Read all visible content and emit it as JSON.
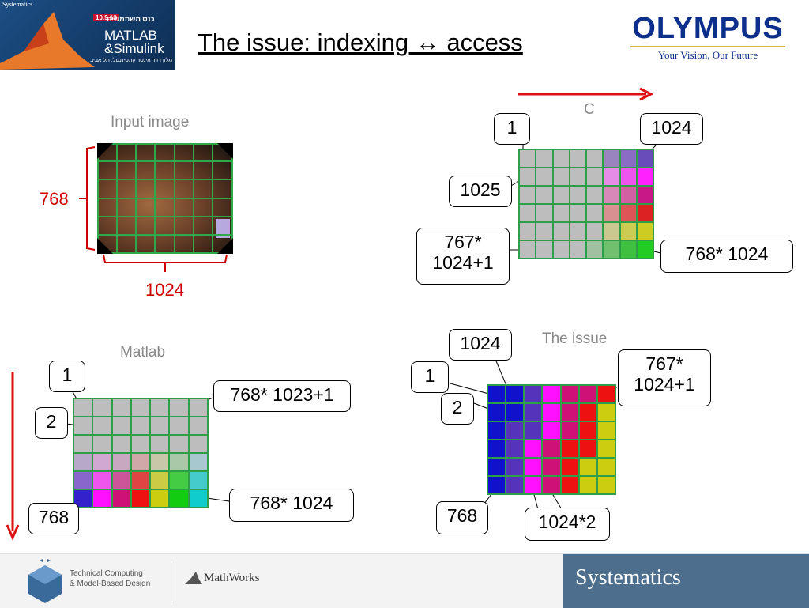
{
  "header": {
    "banner_brand": "Systematics",
    "banner_hebrew": "כנס משתמשים",
    "banner_date": "10.9.13",
    "banner_matlab": "MATLAB",
    "banner_simulink": "&Simulink",
    "banner_venue": "מלון דויד אינטר קונטיננטל, תל אביב",
    "title": "The issue: indexing ↔ access",
    "olympus_name": "OLYMPUS",
    "olympus_slogan": "Your Vision, Our Future"
  },
  "input_panel": {
    "caption": "Input image",
    "rows_label": "768",
    "cols_label": "1024",
    "grid_rows": 6,
    "grid_cols": 7
  },
  "c_panel": {
    "caption": "C",
    "labels": {
      "first": "1",
      "last_in_row": "1024",
      "second_row": "1025",
      "last_row_start": "767*\n1024+1",
      "last": "768* 1024"
    },
    "grid_rows": 6,
    "grid_cols": 8,
    "cells": [
      [
        "#bdbdbd",
        "#bdbdbd",
        "#bdbdbd",
        "#bdbdbd",
        "#bdbdbd",
        "#9a84c0",
        "#8a6cc4",
        "#6a4cb8"
      ],
      [
        "#bdbdbd",
        "#bdbdbd",
        "#bdbdbd",
        "#bdbdbd",
        "#bdbdbd",
        "#e68be6",
        "#ee55ee",
        "#ff22ff"
      ],
      [
        "#bdbdbd",
        "#bdbdbd",
        "#bdbdbd",
        "#bdbdbd",
        "#bdbdbd",
        "#d888b8",
        "#d060a0",
        "#c81888"
      ],
      [
        "#bdbdbd",
        "#bdbdbd",
        "#bdbdbd",
        "#bdbdbd",
        "#bdbdbd",
        "#d89090",
        "#dd5555",
        "#dd2222"
      ],
      [
        "#bdbdbd",
        "#bdbdbd",
        "#bdbdbd",
        "#bdbdbd",
        "#bdbdbd",
        "#c8c890",
        "#cccc55",
        "#cccc22"
      ],
      [
        "#bdbdbd",
        "#bdbdbd",
        "#bdbdbd",
        "#bdbdbd",
        "#a0c0a0",
        "#70c070",
        "#40c040",
        "#22cc22"
      ]
    ]
  },
  "matlab_panel": {
    "caption": "Matlab",
    "labels": {
      "first": "1",
      "second": "2",
      "last_in_col": "768",
      "last_col_start": "768* 1023+1",
      "last": "768* 1024"
    },
    "grid_rows": 6,
    "grid_cols": 7,
    "cells": [
      [
        "#bdbdbd",
        "#bdbdbd",
        "#bdbdbd",
        "#bdbdbd",
        "#bdbdbd",
        "#bdbdbd",
        "#bdbdbd"
      ],
      [
        "#bdbdbd",
        "#bdbdbd",
        "#bdbdbd",
        "#bdbdbd",
        "#bdbdbd",
        "#bdbdbd",
        "#bdbdbd"
      ],
      [
        "#bdbdbd",
        "#bdbdbd",
        "#bdbdbd",
        "#bdbdbd",
        "#bdbdbd",
        "#bdbdbd",
        "#bdbdbd"
      ],
      [
        "#b8a8c8",
        "#d0a8d0",
        "#c8a8c0",
        "#d0a8a8",
        "#c8c8a8",
        "#a8c8a8",
        "#a8c8d0"
      ],
      [
        "#8866cc",
        "#ee55ee",
        "#cc5599",
        "#dd4444",
        "#cccc44",
        "#44cc44",
        "#44cccc"
      ],
      [
        "#3322cc",
        "#ff11ff",
        "#cc1177",
        "#ee1111",
        "#cccc11",
        "#11cc11",
        "#11cccc"
      ]
    ]
  },
  "issue_panel": {
    "caption": "The issue",
    "labels": {
      "top": "1024",
      "first": "1",
      "second": "2",
      "last_in_col": "768",
      "right": "767*\n1024+1",
      "bottom": "1024*2"
    },
    "grid_rows": 6,
    "grid_cols": 7,
    "cells": [
      [
        "#1111cc",
        "#1111cc",
        "#5533bb",
        "#ff11ff",
        "#cc1177",
        "#cc1177",
        "#ee1111"
      ],
      [
        "#1111cc",
        "#1111cc",
        "#5533bb",
        "#ff11ff",
        "#cc1177",
        "#ee1111",
        "#cccc11"
      ],
      [
        "#1111cc",
        "#5533bb",
        "#5533bb",
        "#ff11ff",
        "#cc1177",
        "#ee1111",
        "#cccc11"
      ],
      [
        "#1111cc",
        "#5533bb",
        "#ff11ff",
        "#cc1177",
        "#ee1111",
        "#ee1111",
        "#cccc11"
      ],
      [
        "#1111cc",
        "#5533bb",
        "#ff11ff",
        "#cc1177",
        "#ee1111",
        "#cccc11",
        "#cccc11"
      ],
      [
        "#1111cc",
        "#5533bb",
        "#ff11ff",
        "#cc1177",
        "#ee1111",
        "#cccc11",
        "#cccc11"
      ]
    ]
  },
  "footer": {
    "tagline_1": "Technical Computing",
    "tagline_2": "& Model-Based Design",
    "mathworks": "MathWorks",
    "systematics": "Systematics"
  }
}
